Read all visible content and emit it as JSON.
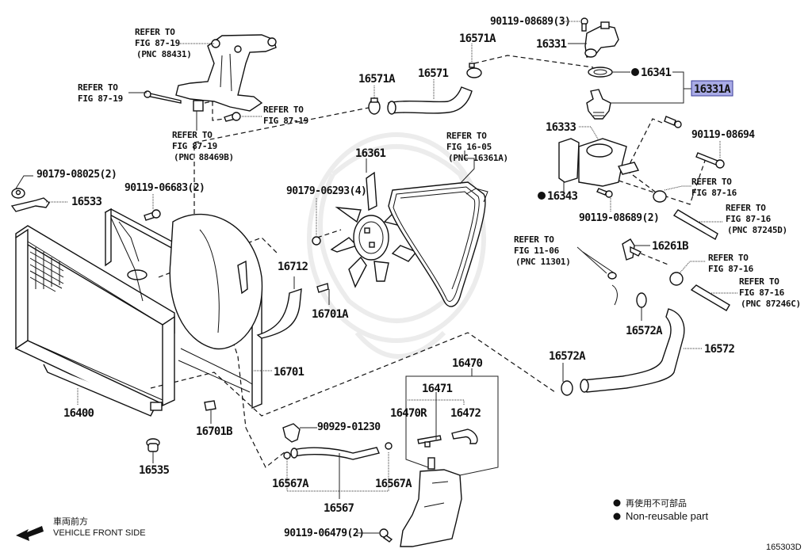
{
  "diagram": {
    "figure_code": "165303D",
    "highlighted_part": "16331A",
    "highlight_color": "#a9abe6",
    "labels": {
      "refer_88431": [
        "REFER TO",
        "FIG 87-19",
        "(PNC 88431)"
      ],
      "refer_bolt_left": [
        "REFER TO",
        "FIG 87-19"
      ],
      "refer_bolt_right": [
        "REFER TO",
        "FIG 87-19"
      ],
      "refer_88469b": [
        "REFER TO",
        "FIG 87-19",
        "(PNC 88469B)"
      ],
      "p90179_08025": "90179-08025(2)",
      "p16533": "16533",
      "p90119_06683": "90119-06683(2)",
      "p16571A_left": "16571A",
      "p16571": "16571",
      "p16571A_top": "16571A",
      "p90119_08689_3": "90119-08689(3)",
      "p16331": "16331",
      "p16341": "16341",
      "p16331A": "16331A",
      "p16333": "16333",
      "p90119_08694": "90119-08694",
      "p16343": "16343",
      "p90119_08689_2": "90119-08689(2)",
      "refer_clamp_8716": [
        "REFER TO",
        "FIG 87-16"
      ],
      "refer_87245d": [
        "REFER TO",
        "FIG 87-16",
        "(PNC 87245D)"
      ],
      "refer_1605": [
        "REFER TO",
        "FIG 16-05",
        "(PNC 16361A)"
      ],
      "p16361": "16361",
      "p90179_06293": "90179-06293(4)",
      "p16712": "16712",
      "p16701A": "16701A",
      "p16701": "16701",
      "p16400": "16400",
      "p16701B": "16701B",
      "p16535": "16535",
      "refer_11301": [
        "REFER TO",
        "FIG 11-06",
        "(PNC 11301)"
      ],
      "p16261B": "16261B",
      "refer_clamp2_8716": [
        "REFER TO",
        "FIG 87-16"
      ],
      "refer_87246c": [
        "REFER TO",
        "FIG 87-16",
        "(PNC 87246C)"
      ],
      "p16572A_mid": "16572A",
      "p16572": "16572",
      "p16572A_low": "16572A",
      "p16470": "16470",
      "p16471": "16471",
      "p16470R": "16470R",
      "p16472": "16472",
      "p90929_01230": "90929-01230",
      "p16567A_left": "16567A",
      "p16567A_right": "16567A",
      "p16567": "16567",
      "p90119_06479": "90119-06479(2)"
    },
    "direction": {
      "jp": "車両前方",
      "en": "VEHICLE FRONT SIDE",
      "icon": "arrow-left-icon"
    },
    "legend": {
      "jp": "再使用不可部品",
      "en": "Non-reusable part",
      "marker": "filled-circle"
    }
  }
}
